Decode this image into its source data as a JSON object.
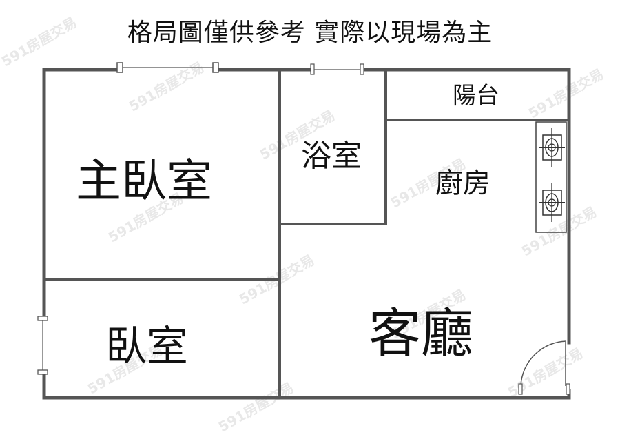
{
  "header": {
    "disclaimer": "格局圖僅供參考 實際以現場為主"
  },
  "rooms": {
    "master_bedroom": "主臥室",
    "bathroom": "浴室",
    "balcony": "陽台",
    "kitchen": "廚房",
    "bedroom": "臥室",
    "living_room": "客廳"
  },
  "watermark": {
    "text": "591房屋交易"
  },
  "colors": {
    "wall": "#555555",
    "text": "#111111",
    "background": "#ffffff",
    "watermark": "#e4e4e4"
  }
}
